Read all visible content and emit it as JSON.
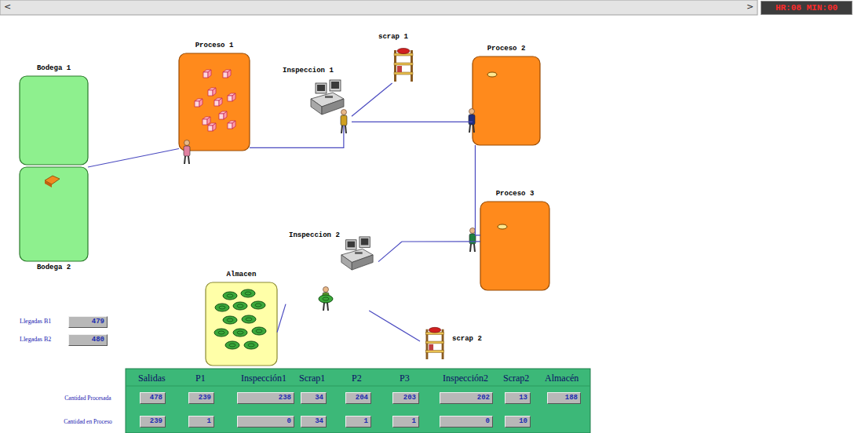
{
  "diagram": {
    "nodes": [
      {
        "text": [
          "Bodega 1"
        ]
      },
      {
        "text": [
          "Bodega 2"
        ]
      },
      {
        "text": [
          "Proceso 1"
        ]
      },
      {
        "text": [
          "Inspeccion 1"
        ]
      },
      {
        "text": [
          "scrap 1"
        ]
      },
      {
        "text": [
          "Proceso 2"
        ]
      },
      {
        "text": [
          "Proceso 3"
        ]
      },
      {
        "text": [
          "Inspeccion 2"
        ]
      },
      {
        "text": [
          "Almacen"
        ]
      },
      {
        "text": [
          "scrap 2"
        ]
      }
    ],
    "edges": [
      {
        "from": 1,
        "to": 2,
        "arrow": "none"
      },
      {
        "from": 2,
        "to": 3,
        "arrow": "none"
      },
      {
        "from": 3,
        "to": 4,
        "arrow": "none"
      },
      {
        "from": 3,
        "to": 5,
        "arrow": "none"
      },
      {
        "from": 5,
        "to": 6,
        "arrow": "none"
      },
      {
        "from": 6,
        "to": 7,
        "arrow": "none"
      },
      {
        "from": 7,
        "to": 8,
        "arrow": "none"
      },
      {
        "from": 7,
        "to": 9,
        "arrow": "none"
      }
    ],
    "labels": [
      "<",
      ">",
      "HR:08 MIN:00",
      "Llegadas B1",
      "479",
      "Llegadas B2",
      "480",
      "Salidas",
      "P1",
      "Inspección1",
      "Scrap1",
      "P2",
      "P3",
      "Inspección2",
      "Scrap2",
      "Almacén",
      "Cantidad Procesada",
      "478",
      "239",
      "238",
      "34",
      "204",
      "203",
      "202",
      "13",
      "188",
      "Cantidad en Proceso",
      "239",
      "1",
      "0",
      "34",
      "1",
      "1",
      "0",
      "10"
    ]
  }
}
